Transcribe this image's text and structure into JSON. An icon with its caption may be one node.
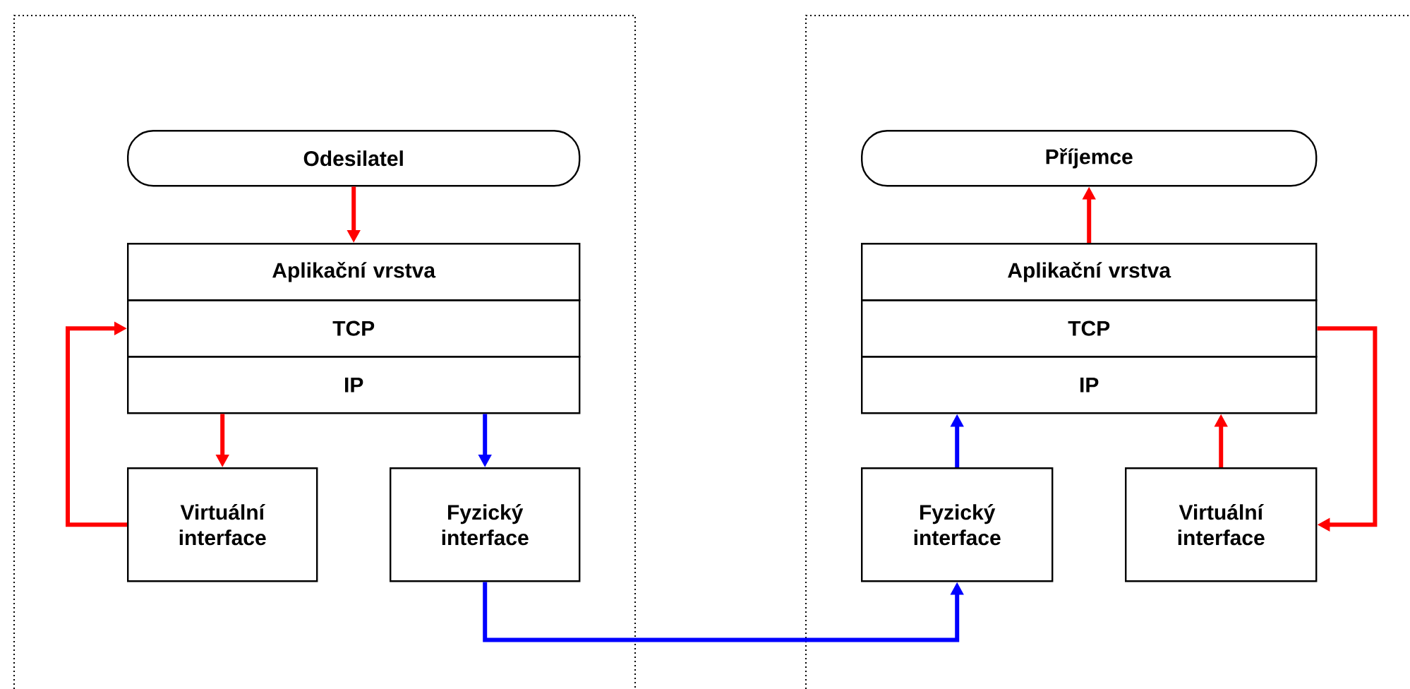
{
  "diagram": {
    "nodes": [
      {
        "text": [
          "Odesilatel"
        ]
      },
      {
        "text": [
          "Aplikační vrstva"
        ]
      },
      {
        "text": [
          "TCP"
        ]
      },
      {
        "text": [
          "IP"
        ]
      },
      {
        "text": [
          "Virtuální interface"
        ]
      },
      {
        "text": [
          "Fyzický interface"
        ]
      },
      {
        "text": [
          "Příjemce"
        ]
      },
      {
        "text": [
          "Aplikační vrstva"
        ]
      },
      {
        "text": [
          "TCP"
        ]
      },
      {
        "text": [
          "IP"
        ]
      },
      {
        "text": [
          "Fyzický interface"
        ]
      },
      {
        "text": [
          "Virtuální interface"
        ]
      }
    ],
    "edges": [
      {
        "from": 0,
        "to": 1,
        "arrow": "to"
      },
      {
        "from": 3,
        "to": 4,
        "arrow": "to"
      },
      {
        "from": 4,
        "to": 2,
        "arrow": "to"
      },
      {
        "from": 3,
        "to": 5,
        "arrow": "to",
        "color": "#0000ff"
      },
      {
        "from": 5,
        "to": 10,
        "arrow": "to",
        "color": "#0000ff"
      },
      {
        "from": 10,
        "to": 9,
        "arrow": "to",
        "color": "#0000ff"
      },
      {
        "from": 8,
        "to": 11,
        "arrow": "to"
      },
      {
        "from": 11,
        "to": 9,
        "arrow": "to"
      },
      {
        "from": 7,
        "to": 6,
        "arrow": "to"
      }
    ]
  }
}
